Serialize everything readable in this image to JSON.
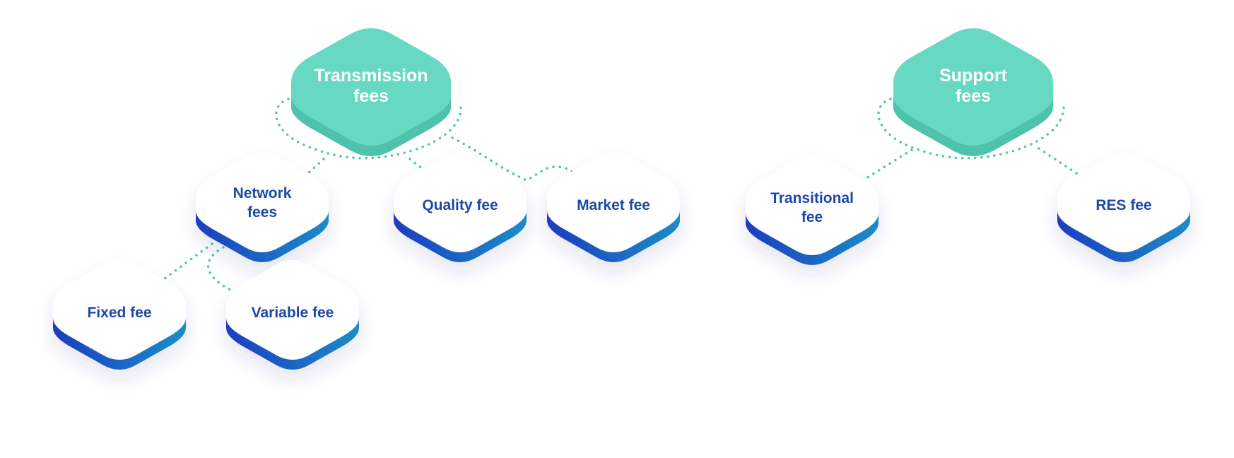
{
  "colors": {
    "parent_top": "#67D9C3",
    "parent_side": "#4FC2AB",
    "child_top": "#FFFFFF",
    "child_side_start": "#1B3DBF",
    "child_side_end": "#1A8CC8",
    "child_text": "#1E4AA6",
    "parent_text": "#FFFFFF",
    "connector": "#4FC7A8"
  },
  "groups": [
    {
      "id": "transmission",
      "parent": {
        "lines": [
          "Transmission",
          "fees"
        ]
      },
      "children": [
        {
          "id": "network",
          "lines": [
            "Network",
            "fees"
          ],
          "children": [
            {
              "id": "fixed",
              "lines": [
                "Fixed fee"
              ]
            },
            {
              "id": "variable",
              "lines": [
                "Variable fee"
              ]
            }
          ]
        },
        {
          "id": "quality",
          "lines": [
            "Quality fee"
          ]
        },
        {
          "id": "market",
          "lines": [
            "Market fee"
          ]
        }
      ]
    },
    {
      "id": "support",
      "parent": {
        "lines": [
          "Support",
          "fees"
        ]
      },
      "children": [
        {
          "id": "transitional",
          "lines": [
            "Transitional",
            "fee"
          ]
        },
        {
          "id": "res",
          "lines": [
            "RES fee"
          ]
        }
      ]
    }
  ]
}
